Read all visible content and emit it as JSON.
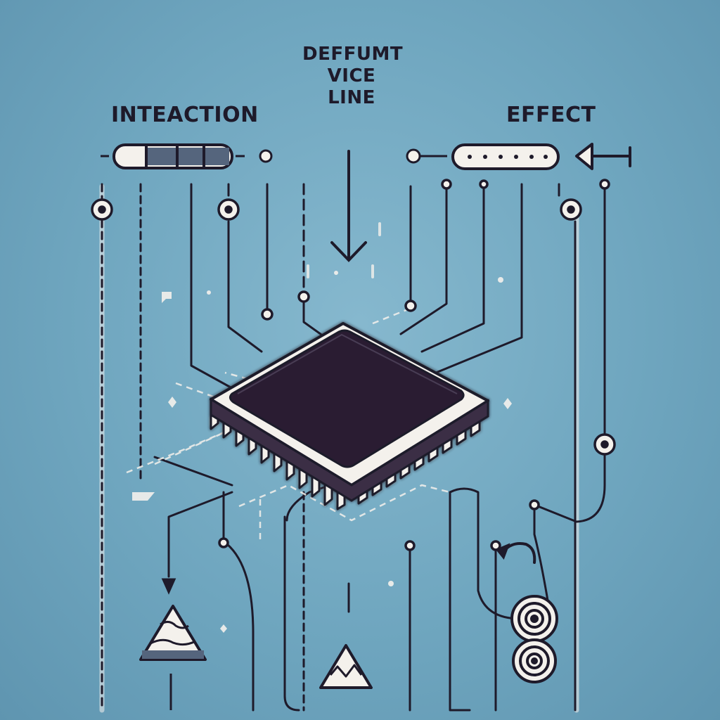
{
  "labels": {
    "left": "INTEACTION",
    "center_line1": "DEFFUMT",
    "center_line2": "VICE",
    "center_line3": "LINE",
    "right": "EFFECT"
  },
  "colors": {
    "background": "#6fa6bf",
    "line": "#1e1a2a",
    "chip": "#2a1f33",
    "highlight": "#f4f1ec"
  },
  "icons": [
    "microchip-icon",
    "mountain-icon",
    "spiral-icon",
    "arrow-left-icon",
    "arrow-down-icon",
    "undo-arrow-icon"
  ]
}
